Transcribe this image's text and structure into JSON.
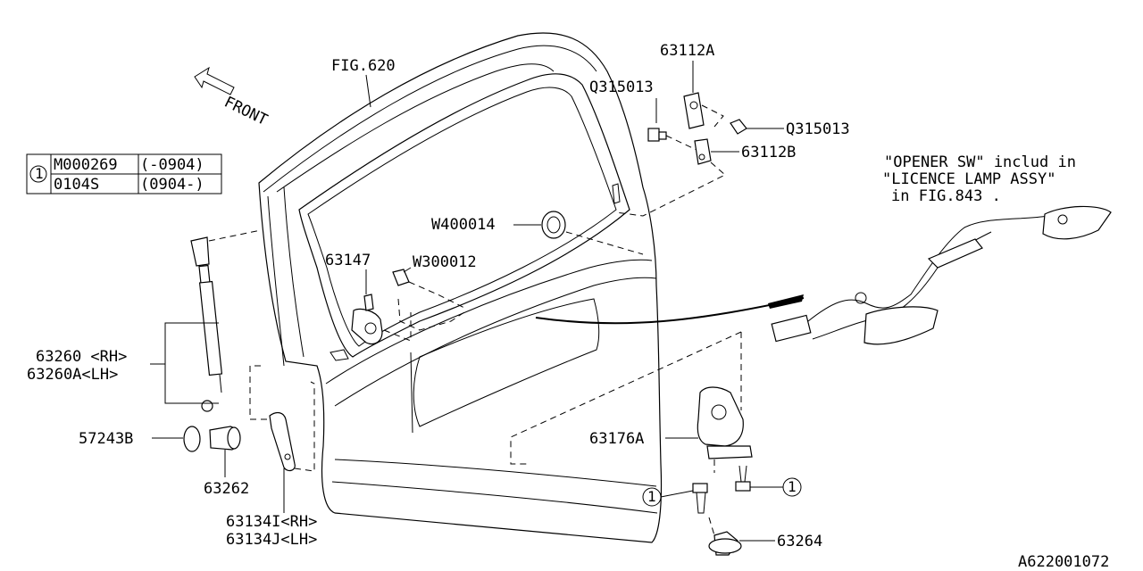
{
  "labels": {
    "fig620": "FIG.620",
    "front": "FRONT",
    "p63112a": "63112A",
    "q315013_left": "Q315013",
    "q315013_right": "Q315013",
    "p63112b": "63112B",
    "w400014": "W400014",
    "p63147": "63147",
    "w300012": "W300012",
    "p63260_rh": "63260 <RH>",
    "p63260a_lh": "63260A<LH>",
    "p57243b": "57243B",
    "p63262": "63262",
    "p63134i_rh": "63134I<RH>",
    "p63134j_lh": "63134J<LH>",
    "p63176a": "63176A",
    "p63264": "63264",
    "ref_code": "A622001072"
  },
  "note": {
    "line1": "\"OPENER SW\" includ in",
    "line2": "\"LICENCE LAMP ASSY\"",
    "line3": "in  FIG.843 ."
  },
  "ref_table": {
    "marker": "1",
    "rows": [
      {
        "part": "M000269",
        "range": "(-0904)"
      },
      {
        "part": "0104S",
        "range": "(0904-)"
      }
    ]
  },
  "callout_markers": {
    "bolt_left": "1",
    "bolt_right": "1"
  }
}
